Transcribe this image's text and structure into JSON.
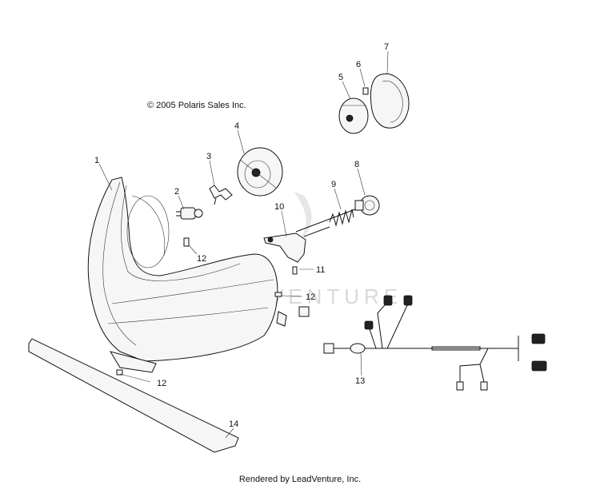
{
  "copyright": "© 2005 Polaris Sales Inc.",
  "watermark": "LEADVENTURE",
  "footer": "Rendered by LeadVenture, Inc.",
  "callouts": {
    "c1": "1",
    "c2": "2",
    "c3": "3",
    "c4": "4",
    "c5": "5",
    "c6": "6",
    "c7": "7",
    "c8": "8",
    "c9": "9",
    "c10": "10",
    "c11": "11",
    "c12a": "12",
    "c12b": "12",
    "c12c": "12",
    "c13": "13",
    "c14": "14"
  },
  "colors": {
    "line": "#111111",
    "watermark": "#d9d9d9"
  }
}
